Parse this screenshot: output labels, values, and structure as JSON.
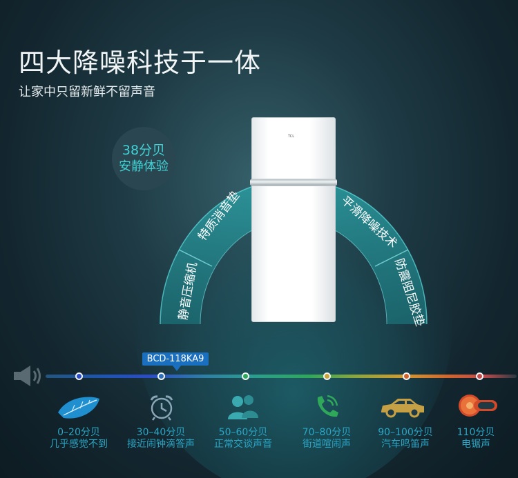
{
  "heading": {
    "title": "四大降噪科技于一体",
    "subtitle": "让家中只留新鲜不留声音"
  },
  "badge": {
    "line1": "38分贝",
    "line2": "安静体验"
  },
  "fridge": {
    "logo": "TCL"
  },
  "arc_labels": [
    "静音压缩机",
    "特质消音垫",
    "平滑降噪技术",
    "防震阻尼胶垫"
  ],
  "model_tag": "BCD-118KA9",
  "scale": [
    {
      "range": "0–20分贝",
      "desc": "几乎感觉不到",
      "icon": "leaf-icon",
      "dot_color": "#2b4cc6"
    },
    {
      "range": "30–40分贝",
      "desc": "接近闹钟滴答声",
      "icon": "alarm-clock-icon",
      "dot_color": "#2e6fb8"
    },
    {
      "range": "50–60分贝",
      "desc": "正常交谈声音",
      "icon": "people-icon",
      "dot_color": "#2fa85a"
    },
    {
      "range": "70–80分贝",
      "desc": "街道喧闹声",
      "icon": "phone-icon",
      "dot_color": "#c7a33a"
    },
    {
      "range": "90–100分贝",
      "desc": "汽车鸣笛声",
      "icon": "car-icon",
      "dot_color": "#d2622c"
    },
    {
      "range": "110分贝",
      "desc": "电锯声",
      "icon": "saw-blade-icon",
      "dot_color": "#c24a4a"
    }
  ],
  "colors": {
    "accent": "#41d2d6",
    "label": "#2ba6c6",
    "tag": "#1b6fbf"
  }
}
